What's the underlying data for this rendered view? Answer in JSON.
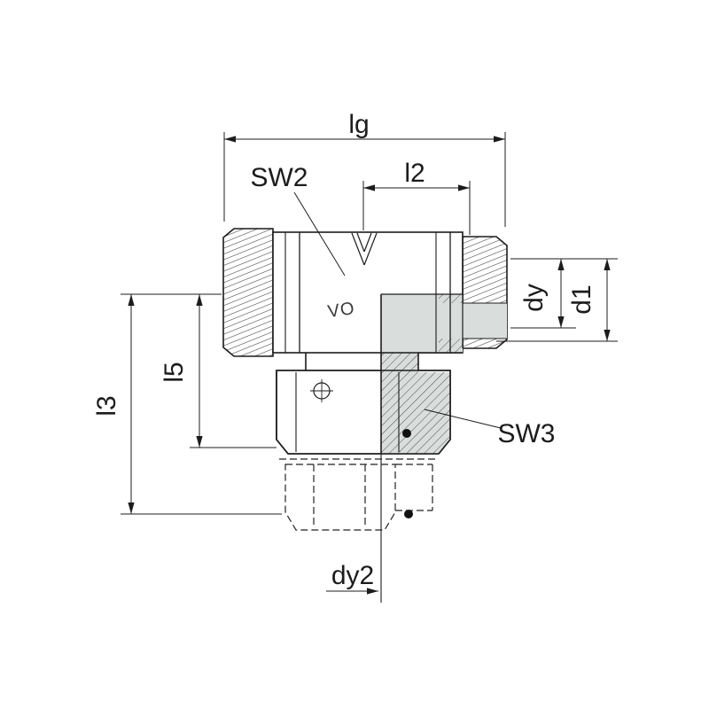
{
  "drawing": {
    "stamp": "VO",
    "dimension_labels": {
      "lg": "lg",
      "sw2": "SW2",
      "l2": "l2",
      "dy": "dy",
      "d1": "d1",
      "l5": "l5",
      "l3": "l3",
      "sw3": "SW3",
      "dy2": "dy2"
    },
    "colors": {
      "line": "#1c1c1c",
      "section_fill": "#d9dedc",
      "hatch": "#4d4d4d",
      "background": "#ffffff"
    }
  }
}
